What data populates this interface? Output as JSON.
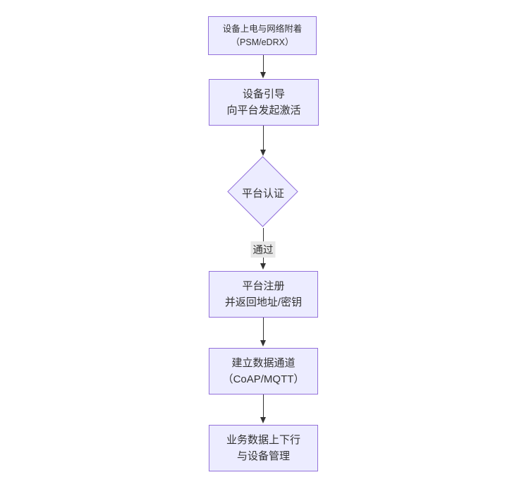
{
  "diagram": {
    "type": "flowchart-top-down",
    "colors": {
      "background": "#ffffff",
      "node_fill": "#ECECFF",
      "node_border": "#9370DB",
      "text_color": "#333333",
      "edge_color": "#333333",
      "edge_label_bg": "#e8e8e8"
    },
    "nodes": [
      {
        "id": "power",
        "shape": "rect",
        "lines": [
          "设备上电与网络附着",
          "（PSM/eDRX）"
        ]
      },
      {
        "id": "boot",
        "shape": "rect",
        "lines": [
          "设备引导",
          "向平台发起激活"
        ]
      },
      {
        "id": "auth",
        "shape": "diamond",
        "lines": [
          "平台认证"
        ]
      },
      {
        "id": "reg",
        "shape": "rect",
        "lines": [
          "平台注册",
          "并返回地址/密钥"
        ]
      },
      {
        "id": "channel",
        "shape": "rect",
        "lines": [
          "建立数据通道",
          "（CoAP/MQTT）"
        ]
      },
      {
        "id": "biz",
        "shape": "rect",
        "lines": [
          "业务数据上下行",
          "与设备管理"
        ]
      }
    ],
    "edges": [
      {
        "from": "power",
        "to": "boot",
        "label": ""
      },
      {
        "from": "boot",
        "to": "auth",
        "label": ""
      },
      {
        "from": "auth",
        "to": "reg",
        "label": "通过"
      },
      {
        "from": "reg",
        "to": "channel",
        "label": ""
      },
      {
        "from": "channel",
        "to": "biz",
        "label": ""
      }
    ]
  }
}
